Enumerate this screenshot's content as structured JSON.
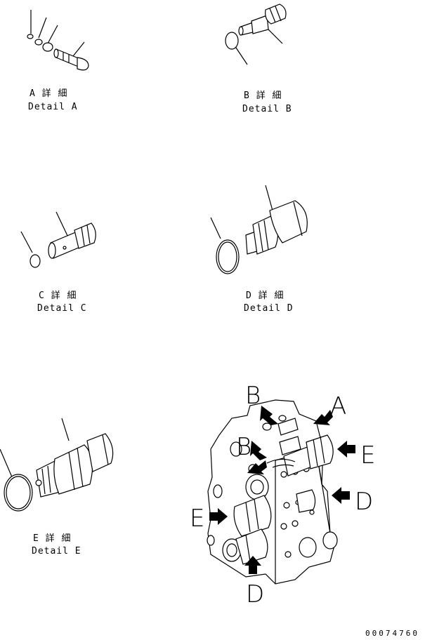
{
  "details": [
    {
      "jp": "A 詳 細",
      "en": "Detail A"
    },
    {
      "jp": "B 詳 細",
      "en": "Detail B"
    },
    {
      "jp": "C 詳 細",
      "en": "Detail C"
    },
    {
      "jp": "D 詳 細",
      "en": "Detail D"
    },
    {
      "jp": "E 詳 細",
      "en": "Detail E"
    }
  ],
  "view_labels": {
    "b_top": "B",
    "a": "A",
    "b_mid": "B",
    "e_right": "E",
    "d_right": "D",
    "e_left": "E",
    "d_bottom": "D"
  },
  "drawing_number": "00074760"
}
